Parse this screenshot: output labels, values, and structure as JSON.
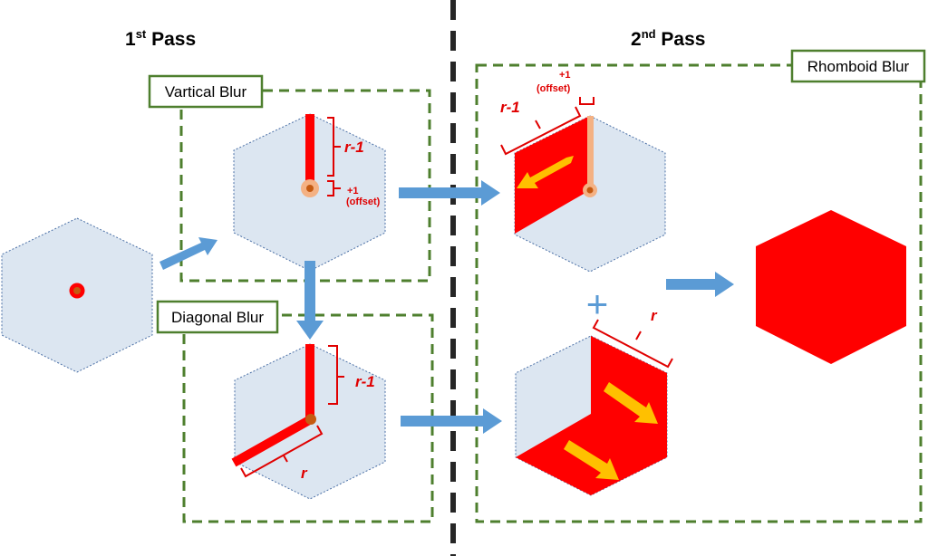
{
  "pass1": {
    "title": "1",
    "sup": "st",
    "suffix": " Pass"
  },
  "pass2": {
    "title": "2",
    "sup": "nd",
    "suffix": " Pass"
  },
  "boxes": {
    "vertical": "Vartical Blur",
    "diagonal": "Diagonal Blur",
    "rhomboid": "Rhomboid Blur"
  },
  "annotations": {
    "r_minus_1": "r-1",
    "r": "r",
    "plus_one": "+1",
    "offset": "(offset)"
  },
  "operators": {
    "plus": "+"
  },
  "colors": {
    "hex_fill": "#dce6f1",
    "blur_red": "#ff0000",
    "arrow_blue": "#5b9bd5",
    "direction_arrow": "#ffc000",
    "box_green": "#4e7f2e",
    "offset_orange": "#f4b183"
  }
}
